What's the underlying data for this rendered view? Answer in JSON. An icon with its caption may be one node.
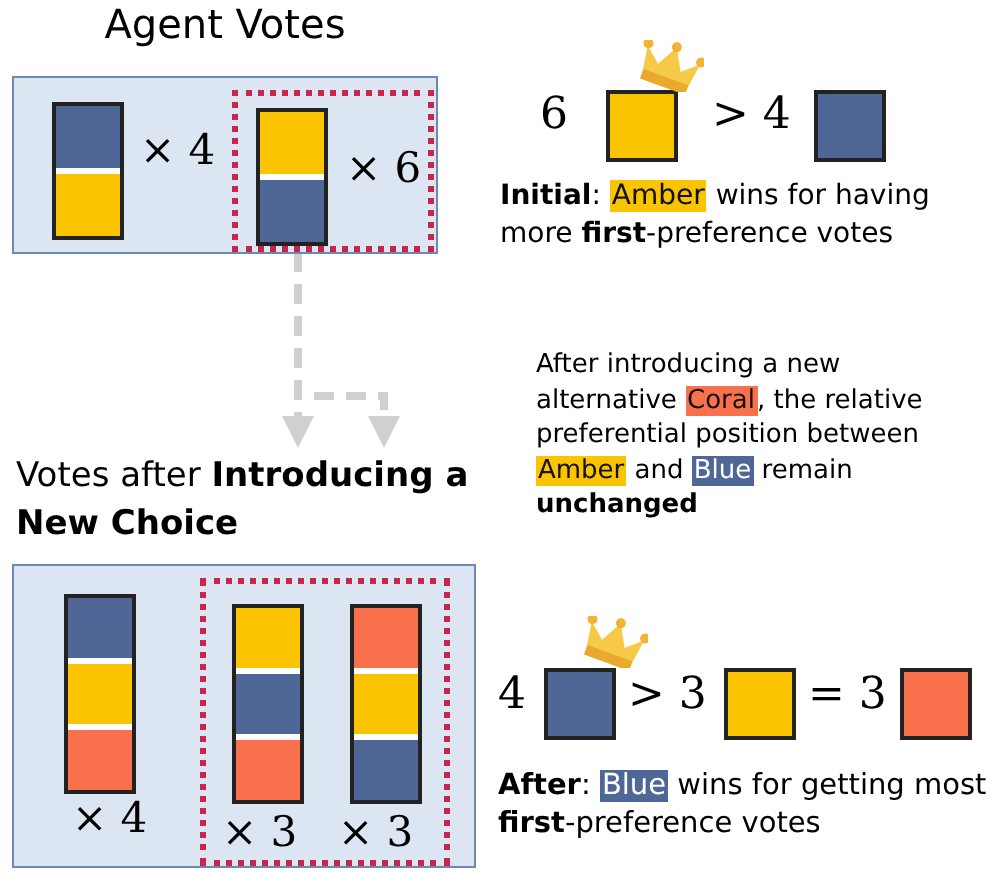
{
  "diagram": {
    "nodes": [
      {
        "text": [
          "Agent Votes"
        ]
      },
      {
        "text": [
          "× 6"
        ],
        "in": 0
      },
      {
        "text": [
          "Votes after **Introducing a New Choice**"
        ]
      },
      {
        "text": [
          "× 3",
          "× 3"
        ],
        "in": 2
      }
    ],
    "edges": [
      {
        "from": 1,
        "to": 2,
        "arrow": "to",
        "style": "dashed"
      },
      {
        "from": 1,
        "to": 2,
        "arrow": "to",
        "style": "dashed"
      }
    ],
    "labels": [
      "× 4",
      "× 4",
      "6",
      "> 4",
      "**Initial**: Amber wins for having more **first**-preference votes",
      "After introducing a new alternative Coral, the relative preferential position between Amber and Blue remain **unchanged**",
      "4",
      "> 3",
      "= 3",
      "**After**: Blue wins for getting most **first**-preference votes"
    ]
  }
}
